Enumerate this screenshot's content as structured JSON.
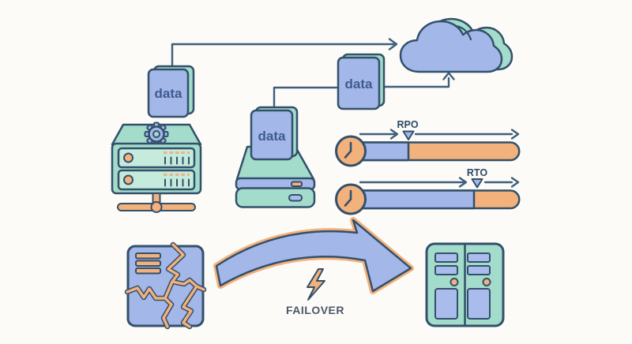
{
  "diagram": {
    "documents": [
      {
        "label": "data"
      },
      {
        "label": "data"
      },
      {
        "label": "data"
      }
    ],
    "timelines": [
      {
        "label": "RPO",
        "elapsed_fraction": 0.32
      },
      {
        "label": "RTO",
        "elapsed_fraction": 0.72
      }
    ],
    "failover": {
      "label": "FAILOVER"
    }
  },
  "icons": [
    "data-document-icon",
    "server-icon",
    "gear-icon",
    "network-hub-icon",
    "backup-storage-icon",
    "cloud-icon",
    "clock-icon",
    "timeline-marker-icon",
    "damaged-server-icon",
    "failover-arrow-icon",
    "lightning-icon",
    "server-cabinet-icon"
  ],
  "colors": {
    "bg": "#fcfbf7",
    "navy": "#33506b",
    "line": "#3e5d7d",
    "teal": "#a3dccb",
    "tealLight": "#c5ebdc",
    "blue": "#a3b7e9",
    "blueLight": "#a9bcec",
    "orange": "#f3b17b",
    "docText": "#3e5c8e",
    "labelNavy": "#2c4a66",
    "failText": "#4d5866"
  }
}
